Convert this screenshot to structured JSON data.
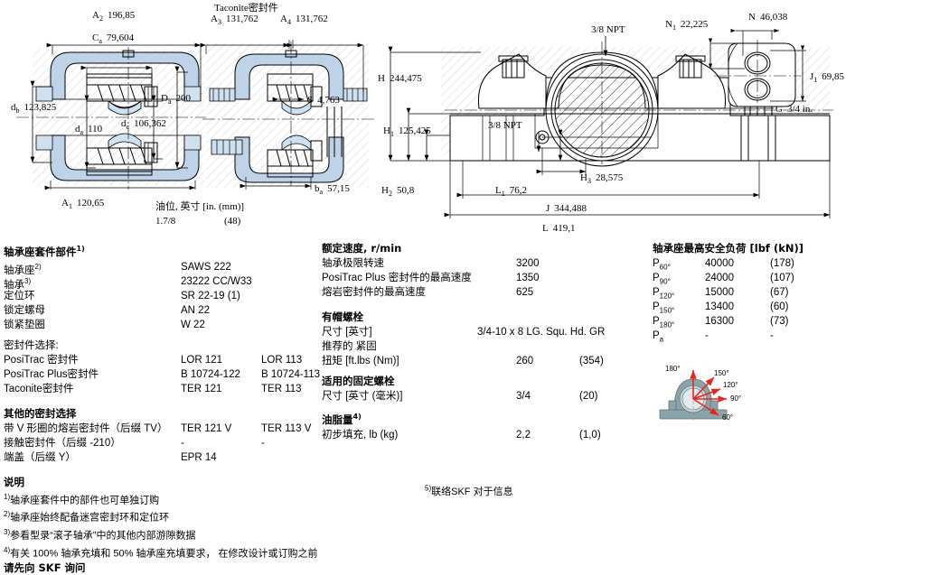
{
  "drawing": {
    "section_left": {
      "labels": [
        {
          "name": "A2",
          "sym": "A",
          "sub": "2",
          "value": "196,85"
        },
        {
          "name": "Ca",
          "sym": "C",
          "sub": "a",
          "value": "79,604"
        },
        {
          "name": "db",
          "sym": "d",
          "sub": "b",
          "value": "123,825"
        },
        {
          "name": "da",
          "sym": "d",
          "sub": "a",
          "value": "110"
        },
        {
          "name": "dc",
          "sym": "d",
          "sub": "c",
          "value": "106,362"
        },
        {
          "name": "Da",
          "sym": "D",
          "sub": "a",
          "value": "200"
        },
        {
          "name": "A1",
          "sym": "A",
          "sub": "1",
          "value": "120,65"
        }
      ]
    },
    "section_right": {
      "title": "Taconite密封件",
      "labels": [
        {
          "name": "A3",
          "sym": "A",
          "sub": "3",
          "value": "131,762"
        },
        {
          "name": "A4",
          "sym": "A",
          "sub": "4",
          "value": "131,762"
        },
        {
          "name": "S",
          "sym": "S",
          "sub": "",
          "value": "4,763"
        },
        {
          "name": "ba",
          "sym": "b",
          "sub": "a",
          "value": "57,15"
        }
      ],
      "oil_level_caption": "油位, 英寸 [in. (mm)]",
      "oil_level_in": "1.7/8",
      "oil_level_mm": "(48)"
    },
    "front_view": {
      "labels": [
        {
          "name": "H",
          "sym": "H",
          "sub": "",
          "value": "244,475"
        },
        {
          "name": "H1",
          "sym": "H",
          "sub": "1",
          "value": "125,425"
        },
        {
          "name": "H2",
          "sym": "H",
          "sub": "2",
          "value": "50,8"
        },
        {
          "name": "H3",
          "sym": "H",
          "sub": "3",
          "value": "28,575"
        },
        {
          "name": "L1",
          "sym": "L",
          "sub": "1",
          "value": "76,2"
        },
        {
          "name": "J",
          "sym": "J",
          "sub": "",
          "value": "344,488"
        },
        {
          "name": "L",
          "sym": "L",
          "sub": "",
          "value": "419,1"
        },
        {
          "name": "G",
          "sym": "G",
          "sub": "",
          "value": "3/4 in."
        }
      ],
      "npt_top": "3/8 NPT",
      "npt_bottom": "3/8 NPT"
    },
    "foot_view": {
      "labels": [
        {
          "name": "N",
          "sym": "N",
          "sub": "",
          "value": "46,038"
        },
        {
          "name": "N1",
          "sym": "N",
          "sub": "1",
          "value": "22,225"
        },
        {
          "name": "J1",
          "sym": "J",
          "sub": "1",
          "value": "69,85"
        }
      ]
    }
  },
  "components": {
    "heading": "轴承座套件部件",
    "heading_sup": "1)",
    "rows": [
      {
        "label": "轴承座",
        "sup": "2)",
        "v1": "SAWS 222",
        "v2": ""
      },
      {
        "label": "轴承",
        "sup": "3)",
        "v1": "23222 CC/W33",
        "v2": ""
      },
      {
        "label": "定位环",
        "sup": "",
        "v1": "SR 22-19 (1)",
        "v2": ""
      },
      {
        "label": "锁定螺母",
        "sup": "",
        "v1": "AN 22",
        "v2": ""
      },
      {
        "label": "锁紧垫圈",
        "sup": "",
        "v1": "W 22",
        "v2": ""
      }
    ],
    "seal_choice_label": "密封件选择:",
    "seal_rows": [
      {
        "label": "PosiTrac 密封件",
        "v1": "LOR 121",
        "v2": "LOR 113"
      },
      {
        "label": "PosiTrac Plus密封件",
        "v1": "B 10724-122",
        "v2": "B 10724-113"
      },
      {
        "label": "Taconite密封件",
        "v1": "TER 121",
        "v2": "TER 113"
      }
    ],
    "other_seal_heading": "其他的密封选择",
    "other_seal_rows": [
      {
        "label": "带 V 形圈的熔岩密封件（后缀 TV）",
        "v1": "TER 121 V",
        "v2": "TER 113 V"
      },
      {
        "label": "接触密封件（后缀 -210）",
        "v1": "-",
        "v2": "-"
      },
      {
        "label": "端盖（后缀 Y）",
        "v1": "EPR 14",
        "v2": ""
      }
    ]
  },
  "notes": {
    "heading": "说明",
    "items": [
      {
        "sup": "1)",
        "text": "轴承座套件中的部件也可单独订购"
      },
      {
        "sup": "2)",
        "text": "轴承座始终配备迷宫密封环和定位环"
      },
      {
        "sup": "3)",
        "text": "参看型录“滚子轴承”中的其他内部游隙数据"
      },
      {
        "sup": "4)",
        "text": "有关 100% 轴承充填和 50% 轴承座充填要求， 在修改设计或订购之前"
      }
    ],
    "footer": "请先向 SKF 询问",
    "note5": "联络SKF 对于信息",
    "note5_sup": "5)"
  },
  "speeds": {
    "heading": "额定速度, r/min",
    "rows": [
      {
        "label": "轴承极限转速",
        "value": "3200"
      },
      {
        "label": "PosiTrac Plus 密封件的最高速度",
        "value": "1350"
      },
      {
        "label": "熔岩密封件的最高速度",
        "value": "625"
      }
    ]
  },
  "cap_bolts": {
    "heading": "有帽螺栓",
    "size_label": "尺寸 [英寸]",
    "size_value": "3/4-10 x 8 LG. Squ. Hd. GR",
    "recommended_label": "推荐的 紧固",
    "torque_label": "扭矩 [ft.lbs (Nm)]",
    "torque_value": "260",
    "torque_value_metric": "(354)"
  },
  "hold_down_bolts": {
    "heading": "适用的固定螺栓",
    "size_label": "尺寸 [英寸 (毫米)]",
    "size_value": "3/4",
    "size_value_metric": "(20)"
  },
  "grease": {
    "heading": "油脂量",
    "heading_sup": "4)",
    "fill_label": "初步填充, lb (kg)",
    "fill_value": "2,2",
    "fill_value_metric": "(1,0)"
  },
  "loads": {
    "heading": "轴承座最高安全负荷 [lbf (kN)]",
    "rows": [
      {
        "sym": "P",
        "sub": "60°",
        "lbf": "40000",
        "kn": "(178)"
      },
      {
        "sym": "P",
        "sub": "90°",
        "lbf": "24000",
        "kn": "(107)"
      },
      {
        "sym": "P",
        "sub": "120°",
        "lbf": "15000",
        "kn": "(67)"
      },
      {
        "sym": "P",
        "sub": "150°",
        "lbf": "13400",
        "kn": "(60)"
      },
      {
        "sym": "P",
        "sub": "180°",
        "lbf": "16300",
        "kn": "(73)"
      },
      {
        "sym": "P",
        "sub": "a",
        "lbf": "-",
        "kn": "-"
      }
    ],
    "figure_angles": [
      "180°",
      "150°",
      "120°",
      "90°",
      "60°"
    ],
    "arrow_color": "#e8251e"
  },
  "colors": {
    "drawing_fill": "#bed3e7",
    "hatch": "#d9d9d9",
    "line": "#000000",
    "load_arrow": "#e8251e",
    "load_fig_body": "#7f9ba0"
  }
}
